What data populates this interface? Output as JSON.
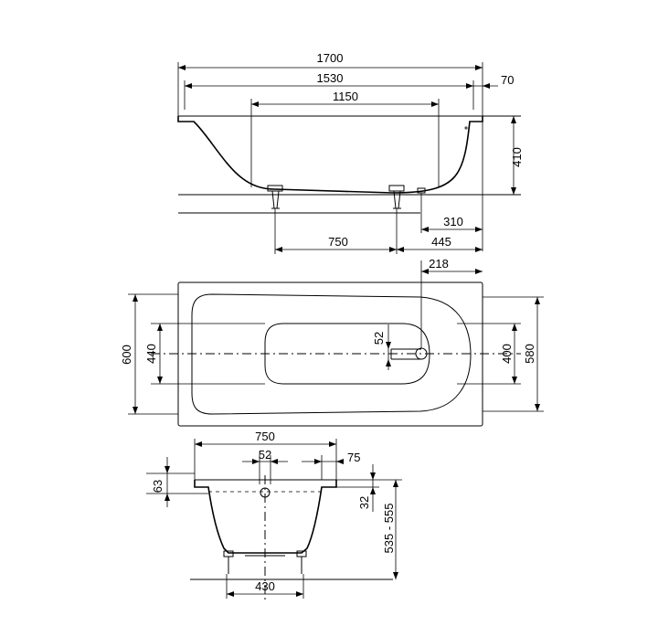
{
  "side_view": {
    "overall_length": "1700",
    "inner_length": "1530",
    "rim_offset": "70",
    "bottom_length": "1150",
    "height": "410",
    "drain_offset": "310",
    "feet_spacing": "750",
    "rear_foot_offset": "445"
  },
  "top_view": {
    "overall_width": "600",
    "drain_position": "218",
    "inner_width": "440",
    "drain_spacing": "52",
    "inner_width_bottom": "400",
    "width": "580"
  },
  "end_view": {
    "foot_width": "750",
    "drain_spacing": "52",
    "rim_width": "75",
    "rim_height": "63",
    "overflow_height": "32",
    "total_height_range": "535 - 555",
    "base_width": "430"
  }
}
